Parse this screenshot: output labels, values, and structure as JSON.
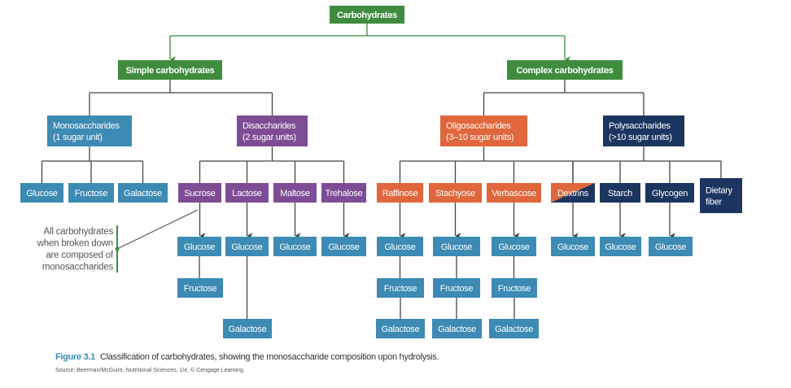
{
  "colors": {
    "green": "#3f8c3f",
    "blue": "#3d8ab4",
    "purple": "#7e4c95",
    "orange": "#e0663c",
    "navy": "#1c3560",
    "line": "#444444",
    "note_bar": "#3f8c3f"
  },
  "nodes": [
    {
      "id": "carbohydrates",
      "lines": [
        "Carbohydrates"
      ],
      "color": "green",
      "bold": true
    },
    {
      "id": "simple",
      "lines": [
        "Simple carbohydrates"
      ],
      "color": "green",
      "bold": true
    },
    {
      "id": "complex",
      "lines": [
        "Complex carbohydrates"
      ],
      "color": "green",
      "bold": true
    },
    {
      "id": "mono",
      "lines": [
        "Monosaccharides",
        "(1 sugar unit)"
      ],
      "color": "blue"
    },
    {
      "id": "di",
      "lines": [
        "Disaccharides",
        "(2 sugar units)"
      ],
      "color": "purple"
    },
    {
      "id": "oligo",
      "lines": [
        "Oligosaccharides",
        "(3–10 sugar units)"
      ],
      "color": "orange"
    },
    {
      "id": "poly",
      "lines": [
        "Polysaccharides",
        "(>10 sugar units)"
      ],
      "color": "navy"
    },
    {
      "id": "m-glucose",
      "lines": [
        "Glucose"
      ],
      "color": "blue"
    },
    {
      "id": "m-fructose",
      "lines": [
        "Fructose"
      ],
      "color": "blue"
    },
    {
      "id": "m-galactose",
      "lines": [
        "Galactose"
      ],
      "color": "blue"
    },
    {
      "id": "sucrose",
      "lines": [
        "Sucrose"
      ],
      "color": "purple"
    },
    {
      "id": "lactose",
      "lines": [
        "Lactose"
      ],
      "color": "purple"
    },
    {
      "id": "maltose",
      "lines": [
        "Maltose"
      ],
      "color": "purple"
    },
    {
      "id": "trehalose",
      "lines": [
        "Trehalose"
      ],
      "color": "purple"
    },
    {
      "id": "raffinose",
      "lines": [
        "Raffinose"
      ],
      "color": "orange"
    },
    {
      "id": "stachyose",
      "lines": [
        "Stachyose"
      ],
      "color": "orange"
    },
    {
      "id": "verbascose",
      "lines": [
        "Verbascose"
      ],
      "color": "orange"
    },
    {
      "id": "dextrins",
      "lines": [
        "Dextrins"
      ],
      "color": "split"
    },
    {
      "id": "starch",
      "lines": [
        "Starch"
      ],
      "color": "navy"
    },
    {
      "id": "glycogen",
      "lines": [
        "Glycogen"
      ],
      "color": "navy"
    },
    {
      "id": "fiber",
      "lines": [
        "Dietary",
        "fiber"
      ],
      "color": "navy"
    },
    {
      "id": "suc-glucose",
      "lines": [
        "Glucose"
      ],
      "color": "blue"
    },
    {
      "id": "suc-fructose",
      "lines": [
        "Fructose"
      ],
      "color": "blue"
    },
    {
      "id": "lac-glucose",
      "lines": [
        "Glucose"
      ],
      "color": "blue"
    },
    {
      "id": "lac-galactose",
      "lines": [
        "Galactose"
      ],
      "color": "blue"
    },
    {
      "id": "mal-glucose",
      "lines": [
        "Glucose"
      ],
      "color": "blue"
    },
    {
      "id": "tre-glucose",
      "lines": [
        "Glucose"
      ],
      "color": "blue"
    },
    {
      "id": "raf-glucose",
      "lines": [
        "Glucose"
      ],
      "color": "blue"
    },
    {
      "id": "raf-fructose",
      "lines": [
        "Fructose"
      ],
      "color": "blue"
    },
    {
      "id": "raf-galactose",
      "lines": [
        "Galactose"
      ],
      "color": "blue"
    },
    {
      "id": "sta-glucose",
      "lines": [
        "Glucose"
      ],
      "color": "blue"
    },
    {
      "id": "sta-fructose",
      "lines": [
        "Fructose"
      ],
      "color": "blue"
    },
    {
      "id": "sta-galactose",
      "lines": [
        "Galactose"
      ],
      "color": "blue"
    },
    {
      "id": "ver-glucose",
      "lines": [
        "Glucose"
      ],
      "color": "blue"
    },
    {
      "id": "ver-fructose",
      "lines": [
        "Fructose"
      ],
      "color": "blue"
    },
    {
      "id": "ver-galactose",
      "lines": [
        "Galactose"
      ],
      "color": "blue"
    },
    {
      "id": "dex-glucose",
      "lines": [
        "Glucose"
      ],
      "color": "blue"
    },
    {
      "id": "sta2-glucose",
      "lines": [
        "Glucose"
      ],
      "color": "blue"
    },
    {
      "id": "gly-glucose",
      "lines": [
        "Glucose"
      ],
      "color": "blue"
    }
  ],
  "note": {
    "lines": [
      "All carbohydrates",
      "when broken down",
      "are composed of",
      "monosaccharides"
    ]
  },
  "caption": {
    "figure_label": "Figure 3.1",
    "text": "Classification of carbohydrates, showing the monosaccharide composition upon hydrolysis.",
    "source": "Source: Beerman/McGuire, Nutritional Sciences, 1/e. © Cengage Learning."
  }
}
